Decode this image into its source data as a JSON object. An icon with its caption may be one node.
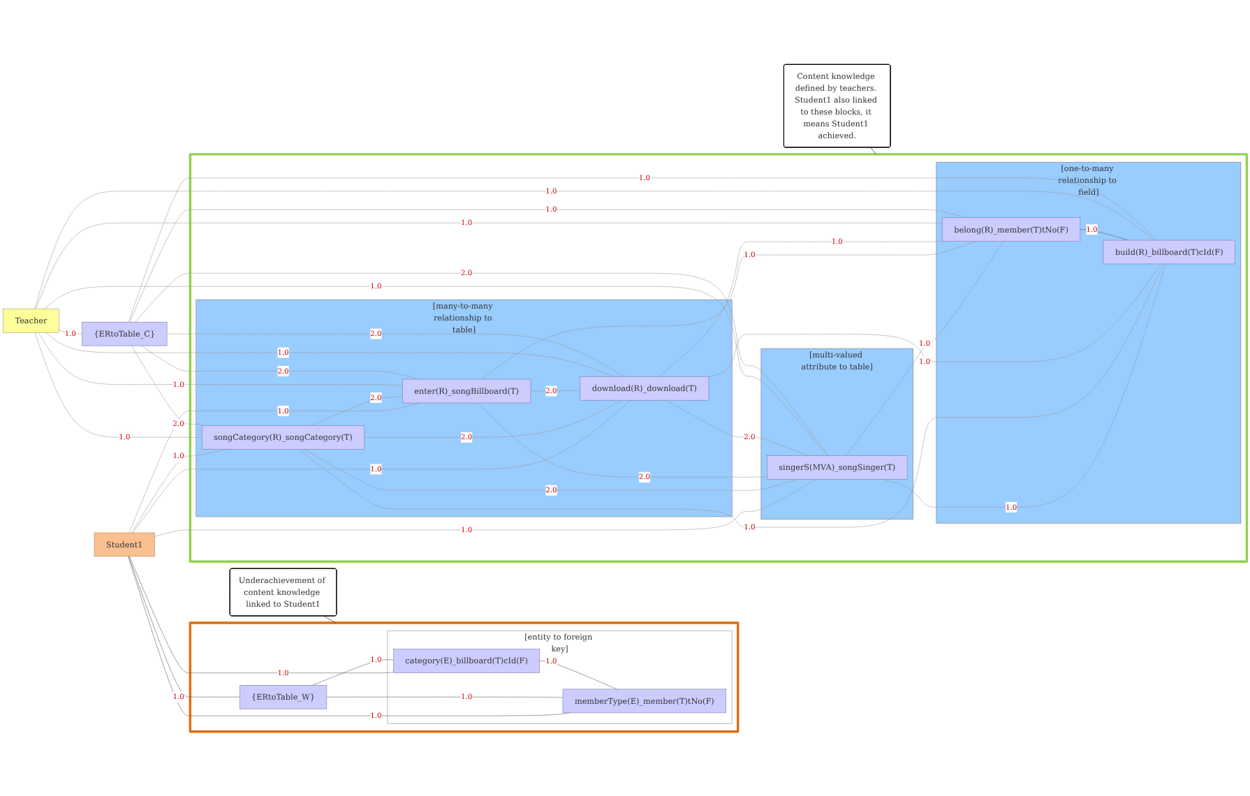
{
  "diagram": {
    "nodes": [
      {
        "text": [],
        "shape": "box"
      },
      {
        "text": [
          "{ERtoTable_W}"
        ],
        "in": 0
      },
      {
        "text": [
          "[entity to foreign key]"
        ],
        "in": 0
      },
      {
        "text": [
          "category(E)_billboard(T)cId(F)"
        ],
        "in": 2
      },
      {
        "text": [
          "memberType(E)_member(T)tNo(F)"
        ],
        "in": 2
      },
      {
        "text": [
          "Student1"
        ]
      },
      {
        "text": [
          "Underachievement of content knowledge linked to Student1"
        ]
      },
      {
        "text": [],
        "shape": "box"
      },
      {
        "text": [
          "[many-to-many relationship to table]"
        ],
        "in": 7
      },
      {
        "text": [
          "enter(R)_songBillboard(T)"
        ],
        "in": 8
      },
      {
        "text": [
          "songCategory(R)_songCategory(T)"
        ],
        "in": 8
      },
      {
        "text": [
          "download(R)_download(T)"
        ],
        "in": 8
      },
      {
        "text": [
          "[multi-valued attribute to table]"
        ],
        "in": 7
      },
      {
        "text": [
          "singerS(MVA)_songSinger(T)"
        ],
        "in": 12
      },
      {
        "text": [
          "[one-to-many relationship to field]"
        ],
        "in": 7
      },
      {
        "text": [
          "belong(R)_member(T)tNo(F)"
        ],
        "in": 14
      },
      {
        "text": [
          "build(R)_billboard(T)cId(F)"
        ],
        "in": 14
      },
      {
        "text": [
          "Teacher"
        ]
      },
      {
        "text": [
          "{ERtoTable_C}"
        ]
      },
      {
        "text": [
          "Content knowledge defined by teachers. Student1 also linked to these blocks, it means Student1 achieved."
        ]
      }
    ],
    "edges": [
      {
        "from": 5,
        "to": 1,
        "arrow": "none",
        "label": "1.0",
        "color": "#555555"
      },
      {
        "from": 5,
        "to": 3,
        "arrow": "none",
        "label": "1.0",
        "color": "#555555"
      },
      {
        "from": 5,
        "to": 4,
        "arrow": "none",
        "label": "1.0",
        "color": "#555555"
      },
      {
        "from": 1,
        "to": 3,
        "arrow": "none",
        "label": "1.0",
        "color": "#555555"
      },
      {
        "from": 1,
        "to": 4,
        "arrow": "none",
        "label": "1.0",
        "color": "#555555"
      },
      {
        "from": 3,
        "to": 4,
        "arrow": "none",
        "label": "1.0",
        "color": "#555555"
      },
      {
        "from": 6,
        "to": 0,
        "arrow": "none",
        "color": "#000000"
      },
      {
        "from": 5,
        "to": 10,
        "arrow": "none",
        "label": "1.0"
      },
      {
        "from": 5,
        "to": 11,
        "arrow": "none",
        "label": "1.0"
      },
      {
        "from": 5,
        "to": 9,
        "arrow": "none",
        "label": "1.0"
      },
      {
        "from": 5,
        "to": 13,
        "arrow": "none",
        "label": "1.0"
      },
      {
        "from": 10,
        "to": 9,
        "arrow": "none",
        "label": "2.0"
      },
      {
        "from": 10,
        "to": 11,
        "arrow": "none",
        "label": "2.0"
      },
      {
        "from": 9,
        "to": 11,
        "arrow": "none",
        "label": "2.0"
      },
      {
        "from": 10,
        "to": 13,
        "arrow": "none",
        "label": "2.0"
      },
      {
        "from": 9,
        "to": 13,
        "arrow": "none",
        "label": "2.0"
      },
      {
        "from": 11,
        "to": 13,
        "arrow": "none",
        "label": "2.0"
      },
      {
        "from": 13,
        "to": 15,
        "arrow": "none",
        "label": "1.0"
      },
      {
        "from": 13,
        "to": 16,
        "arrow": "none",
        "label": "1.0"
      },
      {
        "from": 9,
        "to": 15,
        "arrow": "none",
        "label": "1.0"
      },
      {
        "from": 10,
        "to": 16,
        "arrow": "none",
        "label": "1.0"
      },
      {
        "from": 11,
        "to": 16,
        "arrow": "none",
        "label": "1.0"
      },
      {
        "from": 11,
        "to": 15,
        "arrow": "none",
        "label": "1.0"
      },
      {
        "from": 15,
        "to": 16,
        "arrow": "none",
        "label": "1.0",
        "color": "#555555"
      },
      {
        "from": 17,
        "to": 10,
        "arrow": "none",
        "label": "1.0"
      },
      {
        "from": 17,
        "to": 11,
        "arrow": "none",
        "label": "1.0"
      },
      {
        "from": 17,
        "to": 9,
        "arrow": "none",
        "label": "1.0"
      },
      {
        "from": 17,
        "to": 13,
        "arrow": "none",
        "label": "1.0"
      },
      {
        "from": 17,
        "to": 15,
        "arrow": "none",
        "label": "1.0"
      },
      {
        "from": 17,
        "to": 16,
        "arrow": "none",
        "label": "1.0"
      },
      {
        "from": 17,
        "to": 18,
        "arrow": "none",
        "label": "1.0"
      },
      {
        "from": 18,
        "to": 9,
        "arrow": "none",
        "label": "2.0"
      },
      {
        "from": 18,
        "to": 11,
        "arrow": "none",
        "label": "2.0"
      },
      {
        "from": 18,
        "to": 13,
        "arrow": "none",
        "label": "2.0"
      },
      {
        "from": 18,
        "to": 15,
        "arrow": "none",
        "label": "1.0"
      },
      {
        "from": 18,
        "to": 16,
        "arrow": "none",
        "label": "1.0"
      },
      {
        "from": 18,
        "to": 10,
        "arrow": "none",
        "label": "2.0"
      },
      {
        "from": 19,
        "to": 7,
        "arrow": "none",
        "color": "#000000"
      }
    ]
  }
}
